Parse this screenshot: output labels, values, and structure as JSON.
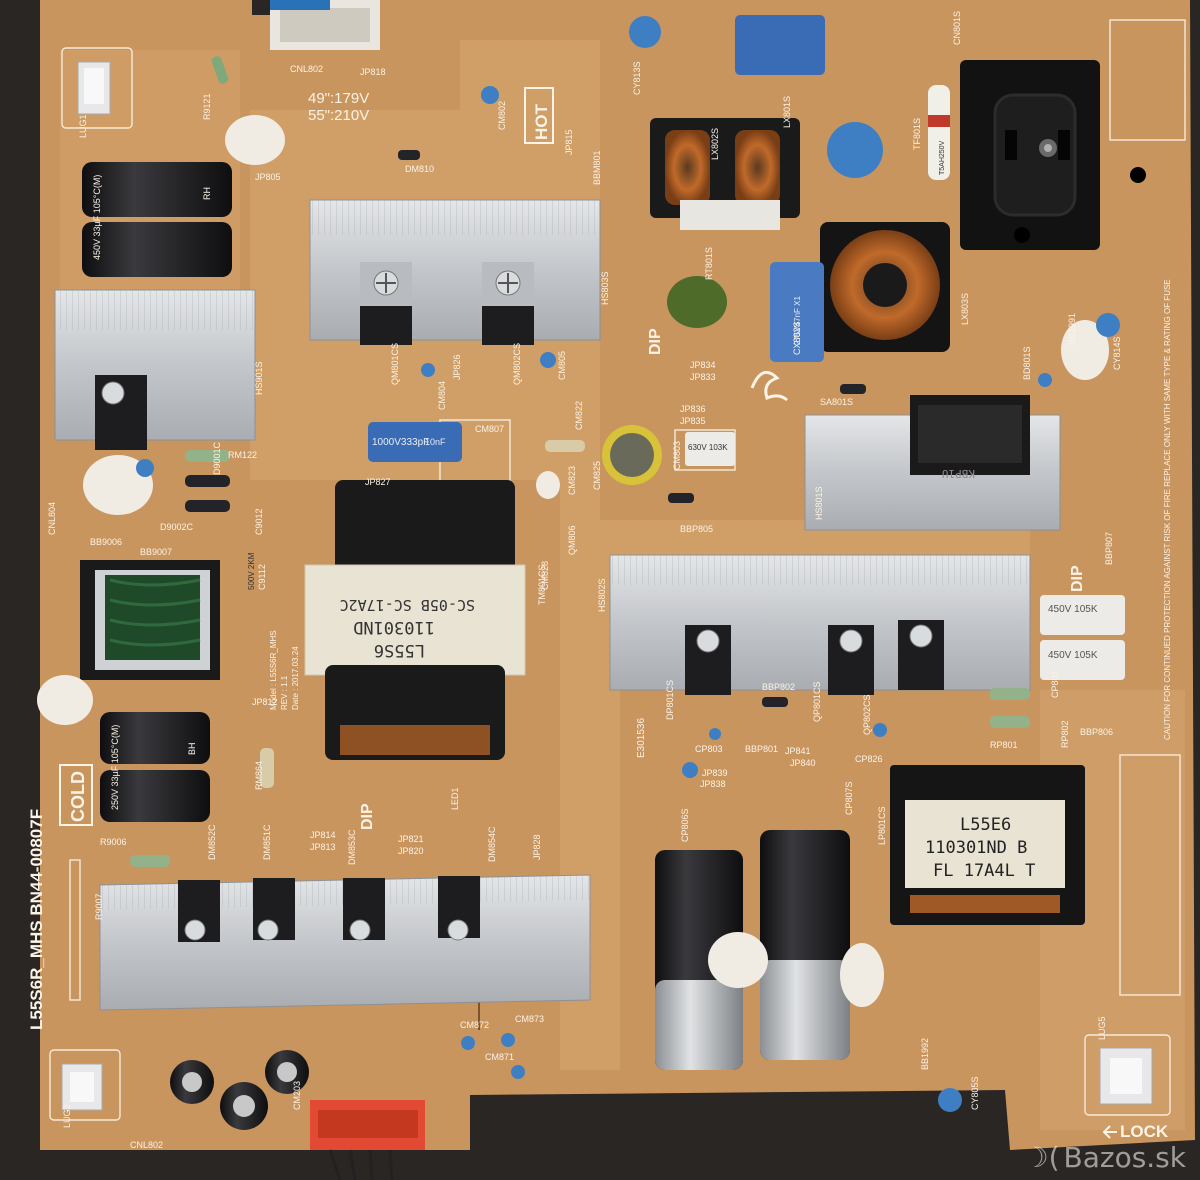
{
  "photo": {
    "colors": {
      "pcb": "#c9955f",
      "pcb_light": "#d9aa74",
      "silk": "#fbf3e6",
      "heatsink": "#c9ccd0",
      "transformer_core": "#1a1a1a",
      "copper": "#c06a2a",
      "cap_black": "#1c1c1e"
    },
    "board": {
      "part_number": "L55S6R_MHS BN44-00807F",
      "model_line": "Model : L55S6R_MHS",
      "rev_line": "REV : 1.1",
      "date_line": "Date : 2017.03.24",
      "cold_label": "COLD",
      "hot_label": "HOT",
      "dip_label": "DIP",
      "lock_label": "LOCK",
      "voltage_49": "49\":179V",
      "voltage_55": "55\":210V",
      "dip_arrow_label": "DIP",
      "caution_text": "CAUTION FOR CONTINUED PROTECTION AGAINST RISK OF FIRE REPLACE ONLY WITH SAME TYPE & RATING OF FUSE",
      "ul_code": "E301536"
    },
    "labels": [
      {
        "id": "cnl802",
        "text": "CNL802"
      },
      {
        "id": "jp818",
        "text": "JP818"
      },
      {
        "id": "lug1",
        "text": "LUG1"
      },
      {
        "id": "lug2",
        "text": "LUG2"
      },
      {
        "id": "lug5",
        "text": "LUG5"
      },
      {
        "id": "jp805",
        "text": "JP805"
      },
      {
        "id": "dm810",
        "text": "DM810"
      },
      {
        "id": "cm802",
        "text": "CM802"
      },
      {
        "id": "jp815",
        "text": "JP815"
      },
      {
        "id": "bbm801",
        "text": "BBM801"
      },
      {
        "id": "lx802s",
        "text": "LX802S"
      },
      {
        "id": "cy813s",
        "text": "CY813S"
      },
      {
        "id": "lx801s",
        "text": "LX801S"
      },
      {
        "id": "tf801s",
        "text": "TF801S"
      },
      {
        "id": "cn801s",
        "text": "CN801S"
      },
      {
        "id": "hs803s",
        "text": "HS803S"
      },
      {
        "id": "qm801cs",
        "text": "QM801CS"
      },
      {
        "id": "qm802cs",
        "text": "QM802CS"
      },
      {
        "id": "jp826",
        "text": "JP826"
      },
      {
        "id": "cm804",
        "text": "CM804"
      },
      {
        "id": "cm805",
        "text": "CM805"
      },
      {
        "id": "jp834",
        "text": "JP834"
      },
      {
        "id": "jp833",
        "text": "JP833"
      },
      {
        "id": "jp836",
        "text": "JP836"
      },
      {
        "id": "jp835",
        "text": "JP835"
      },
      {
        "id": "cm807",
        "text": "CM807"
      },
      {
        "id": "cm822",
        "text": "CM822"
      },
      {
        "id": "cm823",
        "text": "CM823"
      },
      {
        "id": "cm825",
        "text": "CM825"
      },
      {
        "id": "cm803",
        "text": "CM803"
      },
      {
        "id": "cm828",
        "text": "CM828"
      },
      {
        "id": "jp827",
        "text": "JP827"
      },
      {
        "id": "qm806",
        "text": "QM806"
      },
      {
        "id": "bbp805",
        "text": "BBP805"
      },
      {
        "id": "tm801cs",
        "text": "TM801CS"
      },
      {
        "id": "hs802s",
        "text": "HS802S"
      },
      {
        "id": "rt801s",
        "text": "RT801S"
      },
      {
        "id": "cx802s",
        "text": "CX802S"
      },
      {
        "id": "lx803s",
        "text": "LX803S"
      },
      {
        "id": "sa801s",
        "text": "SA801S"
      },
      {
        "id": "bd801s",
        "text": "BD801S"
      },
      {
        "id": "bb1991",
        "text": "BB1991"
      },
      {
        "id": "cy814s",
        "text": "CY814S"
      },
      {
        "id": "hs801s",
        "text": "HS801S"
      },
      {
        "id": "bbp807",
        "text": "BBP807"
      },
      {
        "id": "cp801",
        "text": "CP801"
      },
      {
        "id": "rp802",
        "text": "RP802"
      },
      {
        "id": "rp801",
        "text": "RP801"
      },
      {
        "id": "bbp806",
        "text": "BBP806"
      },
      {
        "id": "bbp802",
        "text": "BBP802"
      },
      {
        "id": "dp801cs",
        "text": "DP801CS"
      },
      {
        "id": "qp801cs",
        "text": "QP801CS"
      },
      {
        "id": "qp802cs",
        "text": "QP802CS"
      },
      {
        "id": "cp803",
        "text": "CP803"
      },
      {
        "id": "cp826",
        "text": "CP826"
      },
      {
        "id": "bbp801",
        "text": "BBP801"
      },
      {
        "id": "jp841",
        "text": "JP841"
      },
      {
        "id": "jp840",
        "text": "JP840"
      },
      {
        "id": "jp839",
        "text": "JP839"
      },
      {
        "id": "jp838",
        "text": "JP838"
      },
      {
        "id": "lp801cs",
        "text": "LP801CS"
      },
      {
        "id": "cp806s",
        "text": "CP806S"
      },
      {
        "id": "cp807s",
        "text": "CP807S"
      },
      {
        "id": "bb1992",
        "text": "BB1992"
      },
      {
        "id": "cy805s",
        "text": "CY805S"
      },
      {
        "id": "cm872",
        "text": "CM872"
      },
      {
        "id": "cm873",
        "text": "CM873"
      },
      {
        "id": "cm871",
        "text": "CM871"
      },
      {
        "id": "jp814",
        "text": "JP814"
      },
      {
        "id": "jp813",
        "text": "JP813"
      },
      {
        "id": "jp821",
        "text": "JP821"
      },
      {
        "id": "jp820",
        "text": "JP820"
      },
      {
        "id": "jp828",
        "text": "JP828"
      },
      {
        "id": "led1",
        "text": "LED1"
      },
      {
        "id": "dm852c",
        "text": "DM852C"
      },
      {
        "id": "dm851c",
        "text": "DM851C"
      },
      {
        "id": "dm853c",
        "text": "DM853C"
      },
      {
        "id": "dm854c",
        "text": "DM854C"
      },
      {
        "id": "rm864",
        "text": "RM864"
      },
      {
        "id": "jp812",
        "text": "JP812"
      },
      {
        "id": "r9007",
        "text": "R9007"
      },
      {
        "id": "r9006",
        "text": "R9006"
      },
      {
        "id": "bb9006",
        "text": "BB9006"
      },
      {
        "id": "bb9007",
        "text": "BB9007"
      },
      {
        "id": "cnl804",
        "text": "CNL804"
      },
      {
        "id": "d9002c",
        "text": "D9002C"
      },
      {
        "id": "d9001c",
        "text": "D9001C"
      },
      {
        "id": "c9012",
        "text": "C9012"
      },
      {
        "id": "c9112",
        "text": "C9112"
      },
      {
        "id": "rm122",
        "text": "RM122"
      },
      {
        "id": "hs901s",
        "text": "HS901S"
      },
      {
        "id": "r9121",
        "text": "R9121"
      },
      {
        "id": "cm203",
        "text": "CM203"
      },
      {
        "id": "cnl802b",
        "text": "CNL802"
      }
    ],
    "components": {
      "cap_450v": "450V 33µF 105°C(M)",
      "cap_250v": "250V 33µF 105°C(M)",
      "cap_brand": "RH",
      "cap_brand_bh": "BH",
      "blue_cap": "1000V333pF",
      "blue_cap_2": "10nF",
      "x2_cap": "275V47nF X1",
      "film_cap_1": "450V 105K",
      "film_cap_2": "450V 105K",
      "ceramic": "630V 103K",
      "fuse": "T5AH250V",
      "transformer_main_1": "L55S6",
      "transformer_main_2": "110301ND",
      "transformer_main_3": "SC-05B SC-17A2C",
      "transformer_right_1": "L55E6",
      "transformer_right_2": "110301ND B",
      "transformer_right_3": "FL 17A4L T",
      "bridge": "KBP1U",
      "resistor_box": "500V 2KM"
    }
  },
  "watermark": {
    "icon": "bazos-swirl-icon",
    "text": "Bazos.sk"
  }
}
